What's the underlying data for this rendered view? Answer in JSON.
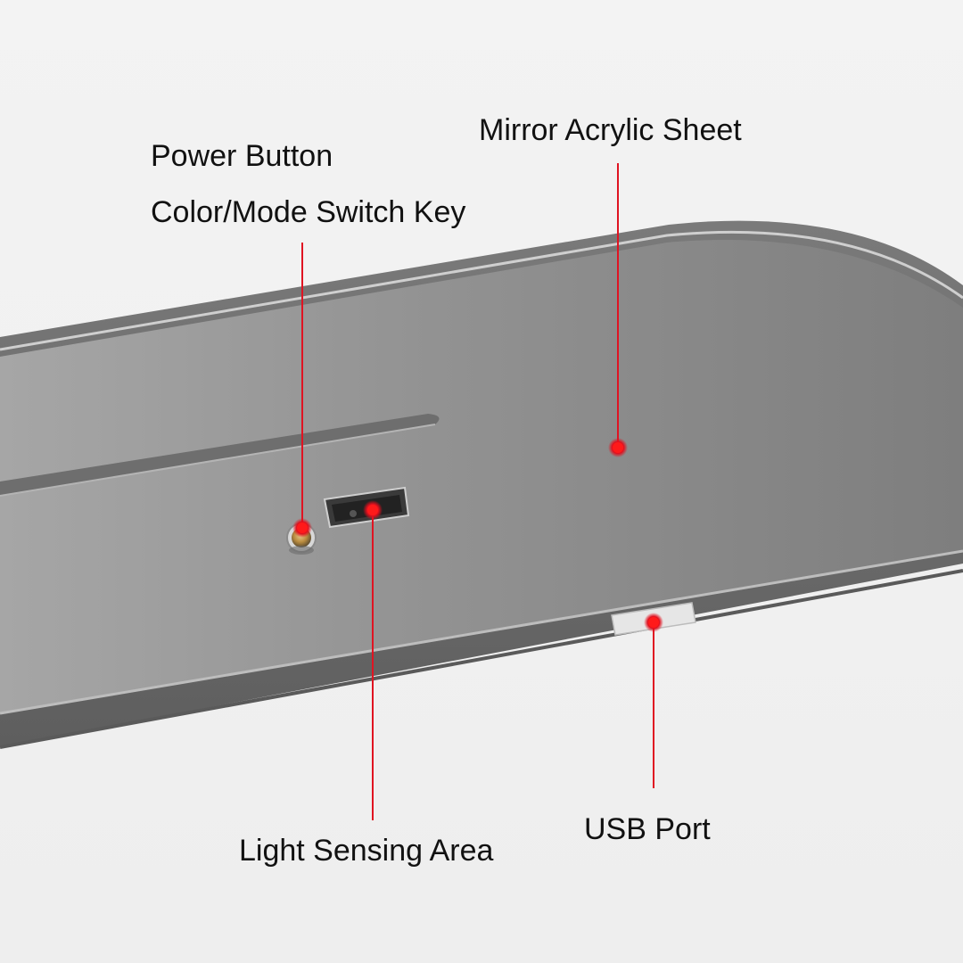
{
  "callouts": {
    "power_button": "Power Button",
    "mode_switch": "Color/Mode Switch Key",
    "mirror_sheet": "Mirror Acrylic Sheet",
    "light_sensing": "Light Sensing Area",
    "usb_port": "USB Port"
  },
  "colors": {
    "background": "#f1f1f1",
    "device_body": "#8c8c8c",
    "device_rim": "#6e6e6e",
    "pointer": "#e01422",
    "pointer_dot": "#ff1a1a"
  },
  "icons": {
    "power_button": "round-metal-button",
    "light_sensor": "sensor-window",
    "usb_port": "usb-slot"
  }
}
